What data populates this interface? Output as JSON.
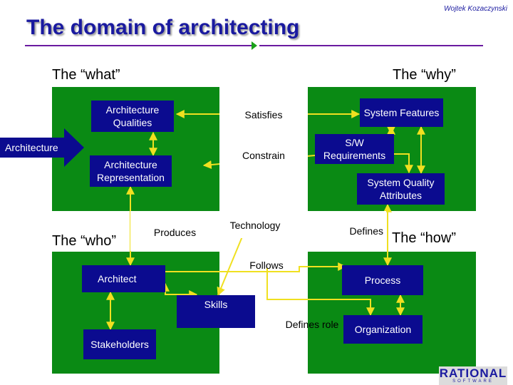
{
  "slide": {
    "title": "The domain of architecting",
    "author": "Wojtek Kozaczynski"
  },
  "quadrants": {
    "what": "The “what”",
    "why": "The “why”",
    "who": "The “who”",
    "how": "The “how”"
  },
  "boxes": {
    "architecture_qualities": "Architecture Qualities",
    "architecture_representation": "Architecture Representation",
    "system_features": "System Features",
    "sw_requirements": "S/W Requirements",
    "system_quality_attributes": "System Quality Attributes",
    "architect": "Architect",
    "stakeholders": "Stakeholders",
    "skills": "Skills",
    "process": "Process",
    "organization": "Organization"
  },
  "arrow_label": "Architecture",
  "relations": {
    "satisfies": "Satisfies",
    "constrain": "Constrain",
    "produces": "Produces",
    "technology": "Technology",
    "defines": "Defines",
    "follows": "Follows",
    "defines_role": "Defines role"
  },
  "logo": {
    "name": "RATIONAL",
    "sub": "SOFTWARE"
  },
  "colors": {
    "quadrant": "#0a8a14",
    "box": "#0b0b8f",
    "title": "#1a1aa0",
    "arrow": "#f0e020"
  }
}
